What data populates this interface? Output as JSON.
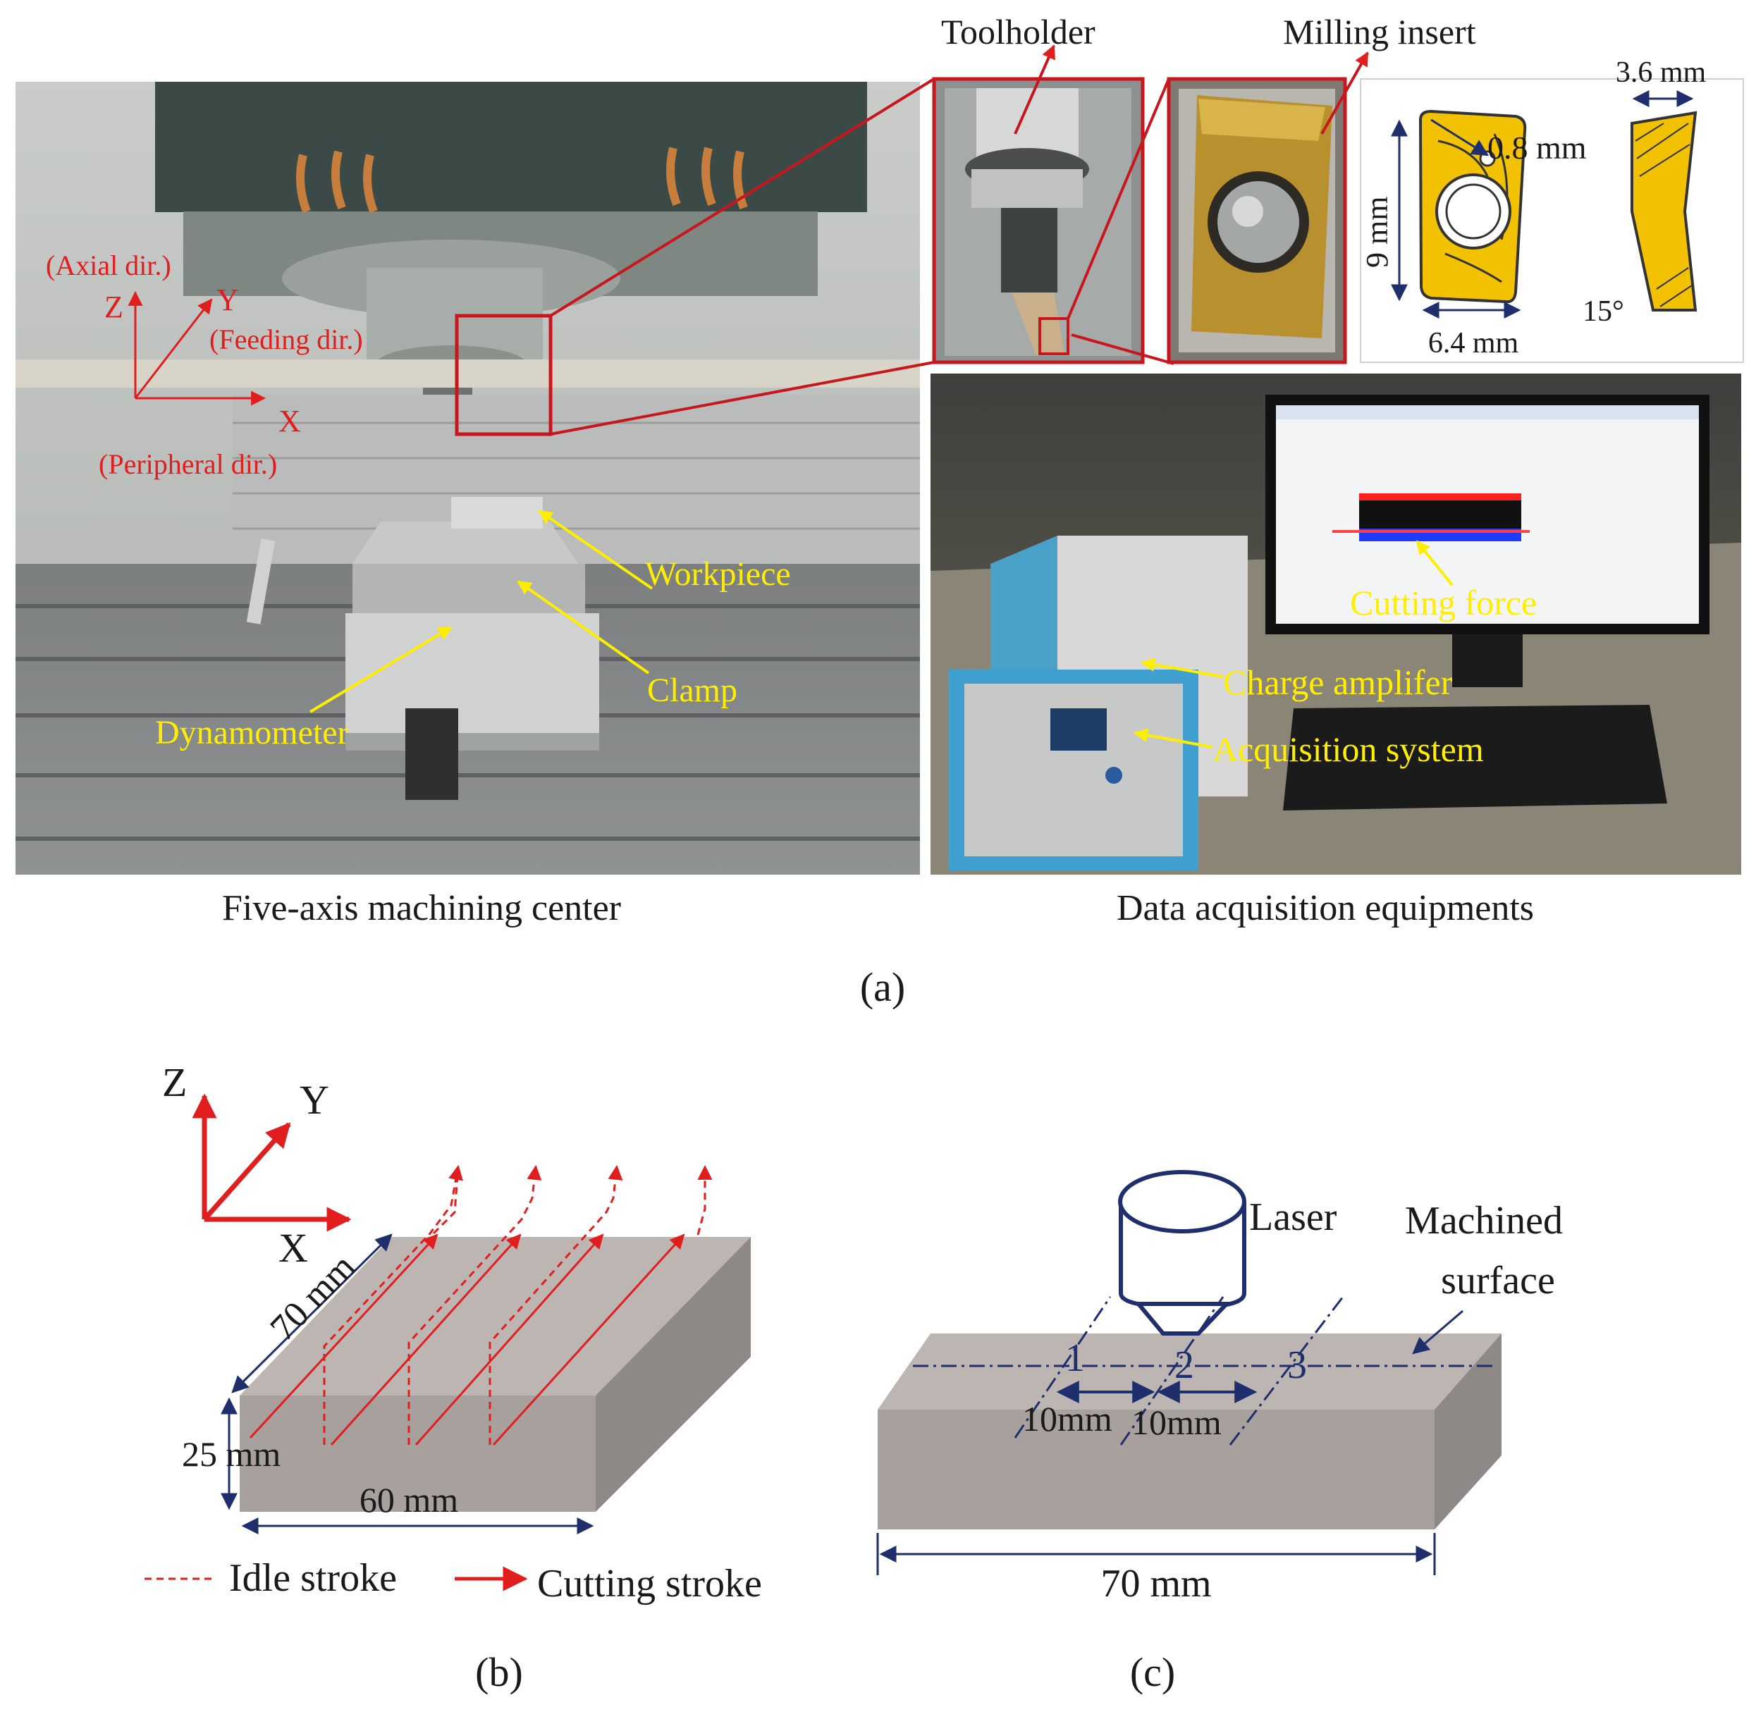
{
  "panel_a": {
    "left_photo": {
      "caption": "Five-axis machining center",
      "axis": {
        "z": "Z",
        "z_dir": "(Axial dir.)",
        "y": "Y",
        "y_dir": "(Feeding dir.)",
        "x": "X",
        "x_dir": "(Peripheral dir.)"
      },
      "labels": {
        "workpiece": "Workpiece",
        "clamp": "Clamp",
        "dynamometer": "Dynamometer"
      }
    },
    "toolholder_label": "Toolholder",
    "milling_insert_label": "Milling insert",
    "insert_dims": {
      "top": "3.6 mm",
      "radius": "0.8 mm",
      "height": "9 mm",
      "angle": "15°",
      "width": "6.4 mm"
    },
    "right_photo": {
      "caption": "Data acquisition equipments",
      "labels": {
        "cutting_force": "Cutting force",
        "charge_amplifier": "Charge amplifer",
        "acquisition_system": "Acquisition system"
      }
    },
    "sub_label": "(a)"
  },
  "panel_b": {
    "axis": {
      "z": "Z",
      "y": "Y",
      "x": "X"
    },
    "dims": {
      "depth": "70 mm",
      "height": "25 mm",
      "width": "60 mm"
    },
    "legend": {
      "idle": "Idle stroke",
      "cutting": "Cutting stroke"
    },
    "sub_label": "(b)"
  },
  "panel_c": {
    "laser_label": "Laser",
    "surface_label_1": "Machined",
    "surface_label_2": "surface",
    "positions": [
      "1",
      "2",
      "3"
    ],
    "spacings": [
      "10mm",
      "10mm"
    ],
    "length": "70 mm",
    "sub_label": "(c)"
  },
  "colors": {
    "red": "#e01e1e",
    "yellow": "#ffee00",
    "navy": "#1f2f6e",
    "block_top": "#bdb5b2",
    "block_front": "#a8a09d",
    "block_side": "#8e8886"
  }
}
